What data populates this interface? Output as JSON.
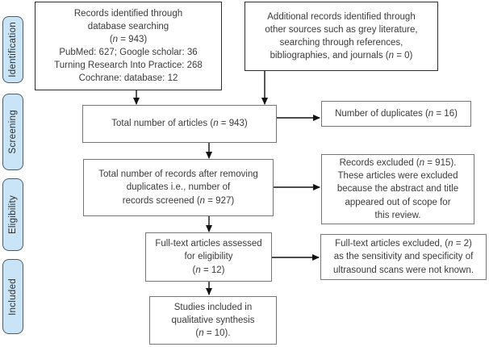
{
  "colors": {
    "sidebar_fill": "#c9e4f6",
    "sidebar_border": "#4f5b66",
    "box_border_dark": "#2e2e2e",
    "box_border_gray": "#767676",
    "arrow": "#111111",
    "text": "#3a3a3a",
    "background": "#ffffff"
  },
  "sidebar": {
    "labels": [
      {
        "id": "identification",
        "label": "Identification"
      },
      {
        "id": "screening",
        "label": "Screening"
      },
      {
        "id": "eligibility",
        "label": "Eligibility"
      },
      {
        "id": "included",
        "label": "Included"
      }
    ]
  },
  "boxes": {
    "records_identified": {
      "lines": [
        [
          "Records identified through"
        ],
        [
          "database searching"
        ],
        [
          "(",
          {
            "t": "n",
            "i": true
          },
          " = 943)"
        ],
        [
          "PubMed: 627; Google scholar: 36"
        ],
        [
          "Turning Research Into Practice: 268"
        ],
        [
          "Cochrane: database: 12"
        ]
      ]
    },
    "additional_records": {
      "lines": [
        [
          "Additional records identified through"
        ],
        [
          "other sources such as grey literature,"
        ],
        [
          "searching through references,"
        ],
        [
          "bibliographies, and journals (",
          {
            "t": "n",
            "i": true
          },
          " = 0)"
        ]
      ]
    },
    "total_articles": {
      "lines": [
        [
          "Total number of articles (",
          {
            "t": "n",
            "i": true
          },
          " = 943)"
        ]
      ]
    },
    "duplicates": {
      "lines": [
        [
          "Number of duplicates (",
          {
            "t": "n",
            "i": true
          },
          " = 16)"
        ]
      ]
    },
    "after_duplicates": {
      "lines": [
        [
          "Total number of records after removing"
        ],
        [
          "duplicates i.e., number of"
        ],
        [
          "records screened (",
          {
            "t": "n",
            "i": true
          },
          " = 927)"
        ]
      ]
    },
    "records_excluded": {
      "lines": [
        [
          "Records excluded (",
          {
            "t": "n",
            "i": true
          },
          " = 915)."
        ],
        [
          "These articles were excluded"
        ],
        [
          "because the abstract and title"
        ],
        [
          "appeared out of scope for"
        ],
        [
          "this review."
        ]
      ]
    },
    "fulltext_assessed": {
      "lines": [
        [
          "Full-text articles assessed"
        ],
        [
          "for eligibility"
        ],
        [
          "(",
          {
            "t": "n",
            "i": true
          },
          " = 12)"
        ]
      ]
    },
    "fulltext_excluded": {
      "lines": [
        [
          "Full-text articles excluded, (",
          {
            "t": "n",
            "i": true
          },
          " = 2)"
        ],
        [
          "as the sensitivity and specificity of"
        ],
        [
          "ultrasound scans were not known."
        ]
      ]
    },
    "studies_included": {
      "lines": [
        [
          "Studies included in"
        ],
        [
          "qualitative synthesis"
        ],
        [
          "(",
          {
            "t": "n",
            "i": true
          },
          " = 10)."
        ]
      ]
    }
  }
}
